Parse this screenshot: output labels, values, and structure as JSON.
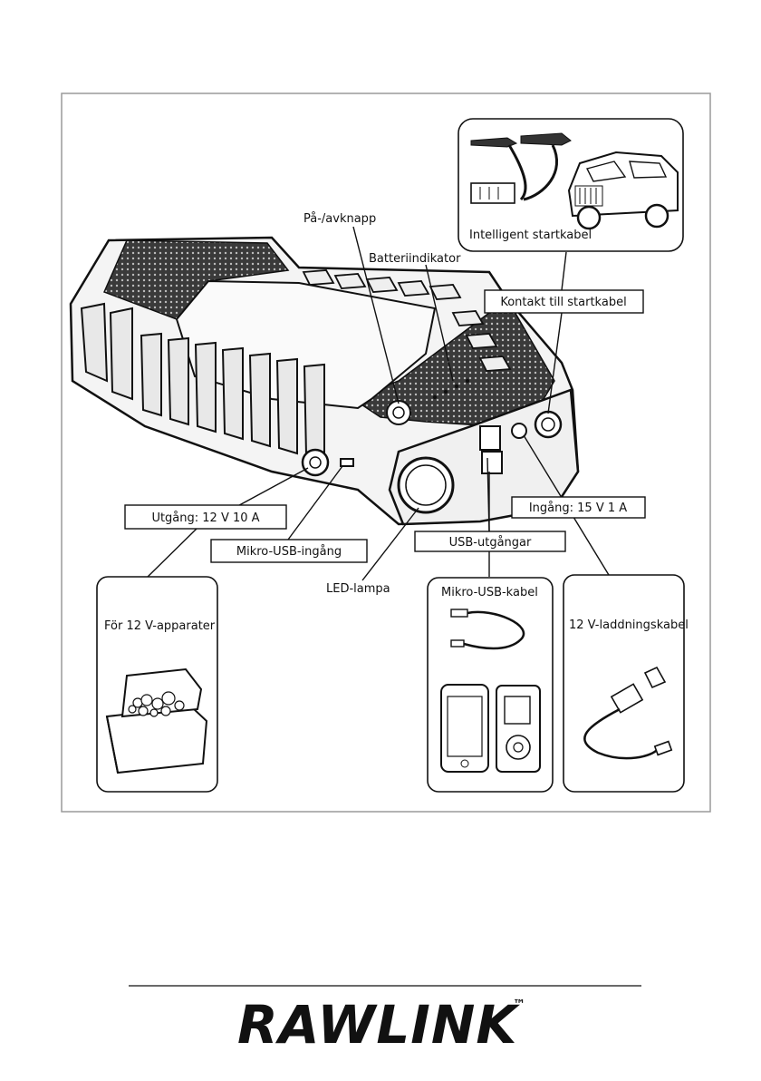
{
  "labels": {
    "power_button": "På-/avknapp",
    "battery_indicator": "Batteriindikator",
    "jump_cable_connector": "Kontakt till startkabel",
    "smart_jump_cable": "Intelligent startkabel",
    "output_12v": "Utgång: 12 V 10 A",
    "micro_usb_input": "Mikro-USB-ingång",
    "input_15v": "Ingång: 15 V 1 A",
    "usb_outputs": "USB-utgångar",
    "led_lamp": "LED-lampa",
    "for_12v_devices": "För 12 V-apparater",
    "micro_usb_cable": "Mikro-USB-kabel",
    "charging_cable_12v": "12 V-laddningskabel"
  },
  "brand": {
    "logo": "RAWLINK",
    "trademark": "™"
  }
}
